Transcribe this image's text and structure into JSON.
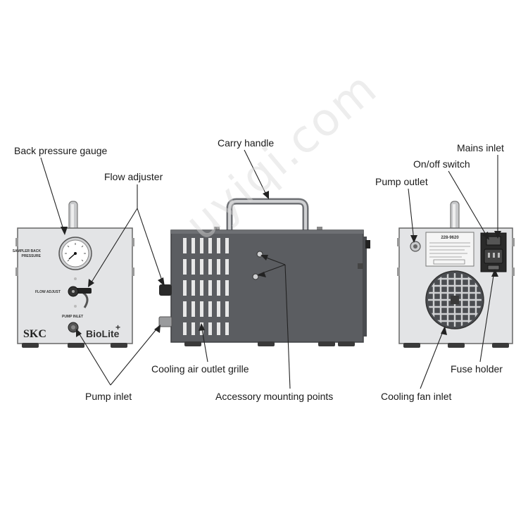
{
  "labels": {
    "back_pressure_gauge": "Back pressure gauge",
    "flow_adjuster": "Flow adjuster",
    "carry_handle": "Carry handle",
    "mains_inlet": "Mains inlet",
    "on_off_switch": "On/off switch",
    "pump_outlet": "Pump outlet",
    "cooling_air_outlet_grille": "Cooling air outlet grille",
    "fuse_holder": "Fuse holder",
    "pump_inlet": "Pump inlet",
    "accessory_mounting_points": "Accessory mounting points",
    "cooling_fan_inlet": "Cooling fan inlet"
  },
  "front_panel": {
    "gauge_caption": "SAMPLER BACK PRESSURE",
    "gauge_caption_line1": "SAMPLER BACK",
    "gauge_caption_line2": "PRESSURE",
    "flow_adjust": "FLOW ADJUST",
    "pump_inlet": "PUMP INLET",
    "brand": "SKC",
    "product": "BioLite",
    "product_plus": "+"
  },
  "rear_panel": {
    "model_number": "228-9620"
  },
  "watermark": "uyiqi.com",
  "colors": {
    "case_light": "#e3e4e6",
    "case_dark": "#5b5d61",
    "foot": "#3a3a3a",
    "leader": "#222222"
  }
}
